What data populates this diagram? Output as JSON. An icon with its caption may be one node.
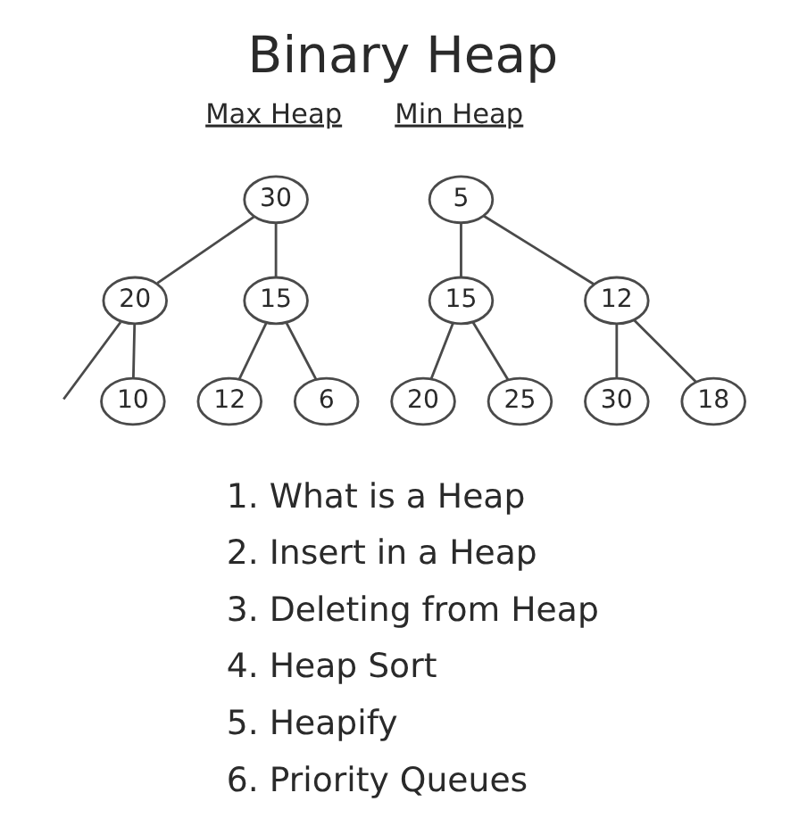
{
  "diagram": {
    "title": "Binary Heap",
    "nodes": [
      {
        "text": [
          "30"
        ]
      },
      {
        "text": [
          "20"
        ]
      },
      {
        "text": [
          "15"
        ]
      },
      {
        "text": [
          "10"
        ]
      },
      {
        "text": [
          "12"
        ]
      },
      {
        "text": [
          "6"
        ]
      },
      {
        "text": [
          "5"
        ]
      },
      {
        "text": [
          "15"
        ]
      },
      {
        "text": [
          "12"
        ]
      },
      {
        "text": [
          "20"
        ]
      },
      {
        "text": [
          "25"
        ]
      },
      {
        "text": [
          "30"
        ]
      },
      {
        "text": [
          "18"
        ]
      }
    ],
    "edges": [
      {
        "from": 0,
        "to": 1,
        "arrow": "none"
      },
      {
        "from": 0,
        "to": 2,
        "arrow": "none"
      },
      {
        "from": 1,
        "to": null,
        "arrow": "none"
      },
      {
        "from": 1,
        "to": 3,
        "arrow": "none"
      },
      {
        "from": 2,
        "to": 4,
        "arrow": "none"
      },
      {
        "from": 2,
        "to": 5,
        "arrow": "none"
      },
      {
        "from": 6,
        "to": 7,
        "arrow": "none"
      },
      {
        "from": 6,
        "to": 8,
        "arrow": "none"
      },
      {
        "from": 7,
        "to": 9,
        "arrow": "none"
      },
      {
        "from": 7,
        "to": 10,
        "arrow": "none"
      },
      {
        "from": 8,
        "to": 11,
        "arrow": "none"
      },
      {
        "from": 8,
        "to": 12,
        "arrow": "none"
      }
    ],
    "labels": [
      "Max Heap",
      "Min Heap",
      "1. What is a Heap",
      "2. Insert in a Heap",
      "3. Deleting from Heap",
      "4. Heap Sort",
      "5. Heapify",
      "6. Priority Queues"
    ]
  }
}
